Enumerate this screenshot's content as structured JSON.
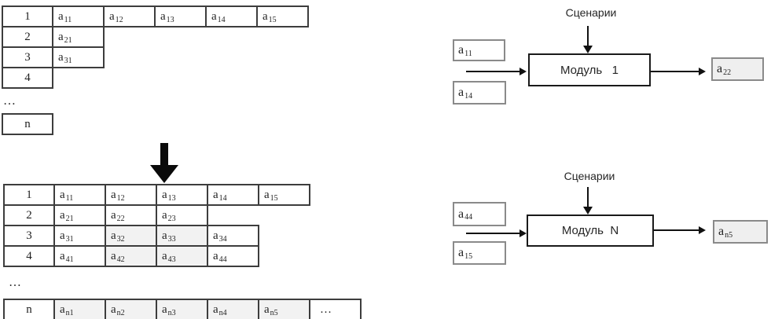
{
  "colors": {
    "background": "#ffffff",
    "table_border": "#3d3d3d",
    "io_box_border": "#8a8a8a",
    "module_border": "#1a1a1a",
    "shaded_cell": "#f2f2f2",
    "output_box_fill": "#efefef",
    "text": "#1f1f1f"
  },
  "matrix_initial": {
    "rows": [
      {
        "label": "1",
        "cells": [
          {
            "base": "a",
            "sub": "11"
          },
          {
            "base": "a",
            "sub": "12"
          },
          {
            "base": "a",
            "sub": "13"
          },
          {
            "base": "a",
            "sub": "14"
          },
          {
            "base": "a",
            "sub": "15"
          }
        ]
      },
      {
        "label": "2",
        "cells": [
          {
            "base": "a",
            "sub": "21"
          }
        ]
      },
      {
        "label": "3",
        "cells": [
          {
            "base": "a",
            "sub": "31"
          }
        ]
      },
      {
        "label": "4",
        "cells": []
      },
      {
        "type": "ellipsis",
        "label": "…"
      },
      {
        "label": "n",
        "cells": []
      }
    ]
  },
  "matrix_transformed": {
    "rows": [
      {
        "label": "1",
        "cells": [
          {
            "base": "a",
            "sub": "11"
          },
          {
            "base": "a",
            "sub": "12"
          },
          {
            "base": "a",
            "sub": "13"
          },
          {
            "base": "a",
            "sub": "14"
          },
          {
            "base": "a",
            "sub": "15"
          }
        ]
      },
      {
        "label": "2",
        "cells": [
          {
            "base": "a",
            "sub": "21"
          },
          {
            "base": "a",
            "sub": "22"
          },
          {
            "base": "a",
            "sub": "23"
          }
        ]
      },
      {
        "label": "3",
        "cells": [
          {
            "base": "a",
            "sub": "31"
          },
          {
            "base": "a",
            "sub": "32",
            "shaded": true
          },
          {
            "base": "a",
            "sub": "33",
            "shaded": true
          },
          {
            "base": "a",
            "sub": "34"
          }
        ]
      },
      {
        "label": "4",
        "cells": [
          {
            "base": "a",
            "sub": "41"
          },
          {
            "base": "a",
            "sub": "42",
            "shaded": true
          },
          {
            "base": "a",
            "sub": "43",
            "shaded": true
          },
          {
            "base": "a",
            "sub": "44"
          }
        ]
      },
      {
        "type": "ellipsis",
        "label": "…"
      },
      {
        "label": "n",
        "cells": [
          {
            "base": "a",
            "sub": "n1",
            "shaded": true
          },
          {
            "base": "a",
            "sub": "n2",
            "shaded": true
          },
          {
            "base": "a",
            "sub": "n3",
            "shaded": true
          },
          {
            "base": "a",
            "sub": "n4",
            "shaded": true
          },
          {
            "base": "a",
            "sub": "n5",
            "shaded": true
          },
          {
            "text": "…"
          }
        ]
      }
    ]
  },
  "transform_arrow_icon": "arrow-down",
  "modules": [
    {
      "scenario_label": "Сценарии",
      "title": "Модуль   1",
      "inputs": [
        {
          "base": "a",
          "sub": "11"
        },
        {
          "base": "a",
          "sub": "14"
        }
      ],
      "output": {
        "base": "a",
        "sub": "22"
      }
    },
    {
      "scenario_label": "Сценарии",
      "title": "Модуль  N",
      "inputs": [
        {
          "base": "a",
          "sub": "44"
        },
        {
          "base": "a",
          "sub": "15"
        }
      ],
      "output": {
        "base": "a",
        "sub": "n5"
      }
    }
  ]
}
